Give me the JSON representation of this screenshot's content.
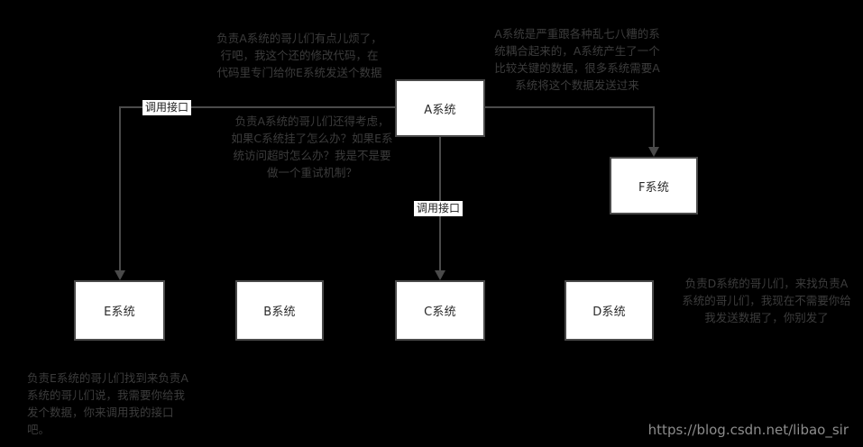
{
  "diagram": {
    "background_color": "#000000",
    "node_fill": "#ffffff",
    "node_border": "#4a4a4a",
    "connector_color": "#4a4a4a",
    "note_color": "#3c3c3c",
    "nodes": [
      {
        "id": "a",
        "label": "A系统"
      },
      {
        "id": "f",
        "label": "F系统"
      },
      {
        "id": "e",
        "label": "E系统"
      },
      {
        "id": "b",
        "label": "B系统"
      },
      {
        "id": "c",
        "label": "C系统"
      },
      {
        "id": "d",
        "label": "D系统"
      }
    ],
    "edge_labels": [
      {
        "id": "a-to-e",
        "label": "调用接口"
      },
      {
        "id": "a-to-c",
        "label": "调用接口"
      }
    ],
    "notes": [
      {
        "id": "note-a-to-e",
        "text": "负责A系统的哥儿们有点儿烦了，行吧，我这个还的修改代码，在代码里专门给你E系统发送个数据"
      },
      {
        "id": "note-a-publish",
        "text": "A系统是严重跟各种乱七八糟的系统耦合起来的，A系统产生了一个比较关键的数据，很多系统需要A系统将这个数据发送过来"
      },
      {
        "id": "note-a-retry",
        "text": "负责A系统的哥儿们还得考虑，如果C系统挂了怎么办？如果E系统访问超时怎么办？我是不是要做一个重试机制？"
      },
      {
        "id": "note-d-unsubscribe",
        "text": "负责D系统的哥儿们，来找负责A系统的哥儿们，我现在不需要你给我发送数据了，你别发了"
      },
      {
        "id": "note-e-request",
        "text": "负责E系统的哥儿们找到来负责A系统的哥儿们说，我需要你给我发个数据，你来调用我的接口吧。"
      }
    ],
    "watermark": "https://blog.csdn.net/libao_sir"
  }
}
